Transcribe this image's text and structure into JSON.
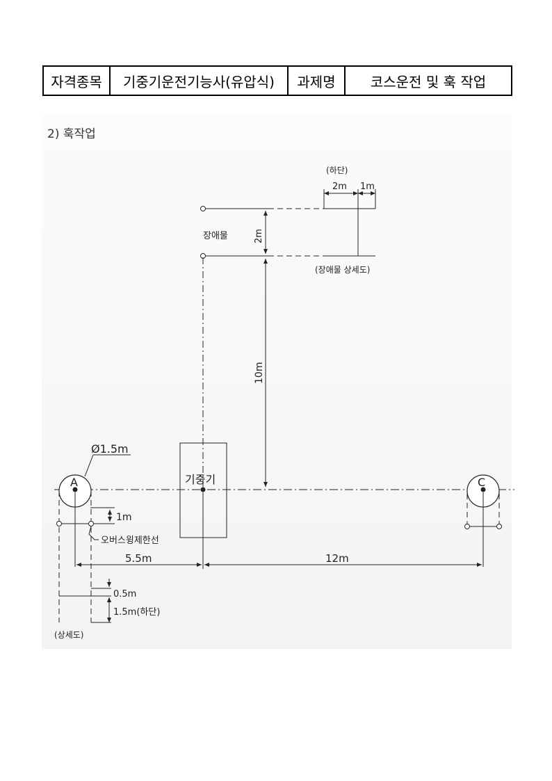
{
  "header": {
    "cell1": "자격종목",
    "cell2": "기중기운전기능사(유압식)",
    "cell3": "과제명",
    "cell4": "코스운전 및 훅 작업"
  },
  "section_title": "2) 훅작업",
  "diagram": {
    "obstacle_detail": {
      "lower_label": "(하단)",
      "dim_2m": "2m",
      "dim_1m": "1m",
      "caption": "(장애물 상세도)"
    },
    "obstacle_label": "장애물",
    "obstacle_height": "2m",
    "crane_to_obstacle": "10m",
    "diameter": "Ø1.5m",
    "point_a": "A",
    "point_c": "C",
    "crane_label": "기중기",
    "offset_1m": "1m",
    "overswing_label": "오버스윙제한선",
    "dist_a_crane": "5.5m",
    "dist_crane_c": "12m",
    "detail_dim_05": "0.5m",
    "detail_dim_15": "1.5m(하단)",
    "detail_caption": "(상세도)"
  }
}
